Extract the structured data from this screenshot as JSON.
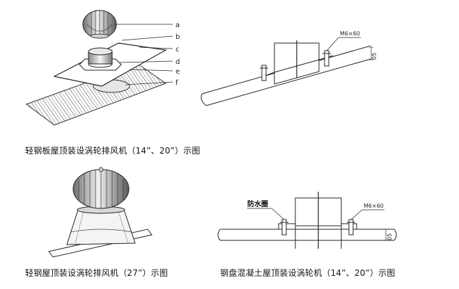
{
  "figures": {
    "fig1": {
      "caption": "轻钢板屋顶装设涡轮排风机（14”、20”）示图",
      "callouts": [
        "a",
        "b",
        "c",
        "d",
        "e",
        "f"
      ]
    },
    "fig2": {
      "bolt_label": "M6×60",
      "dim_label": "05"
    },
    "fig3": {
      "caption": "轻钢屋顶装设涡轮排风机（27”）示图"
    },
    "fig4": {
      "caption": "钢盘混凝土屋顶装设涡轮机（14”、20”）示图",
      "flashing_label": "防水圈",
      "bolt_label": "M6×60",
      "dim_label": "05"
    }
  }
}
